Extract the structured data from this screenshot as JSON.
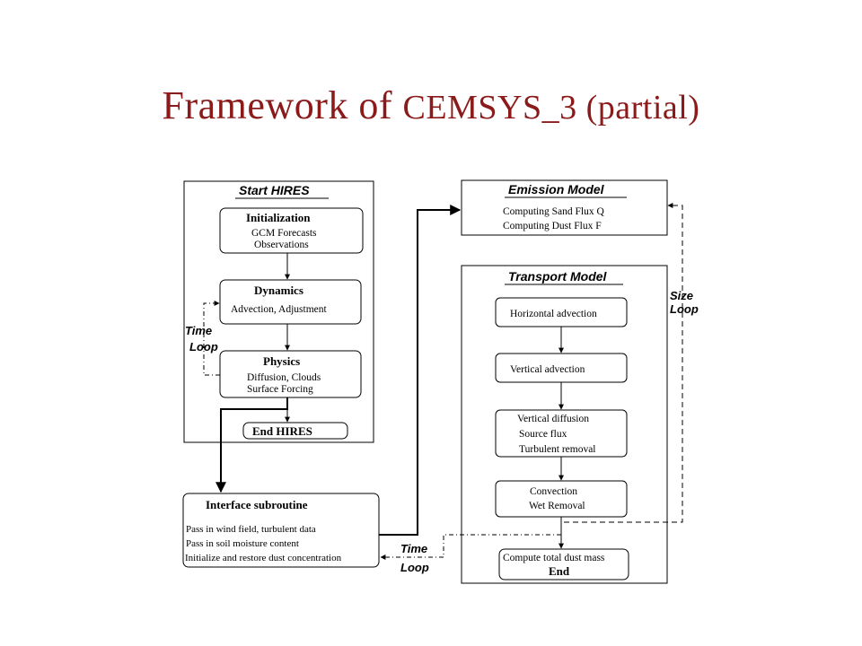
{
  "title": {
    "main": "Framework of ",
    "small": "CEMSYS_3 (partial)"
  },
  "colors": {
    "title": "#8b1a1a",
    "lines": "#000000",
    "background": "#ffffff"
  },
  "hires": {
    "title": "Start HIRES",
    "init_title": "Initialization",
    "init_lines": [
      "GCM Forecasts",
      "Observations"
    ],
    "dyn_title": "Dynamics",
    "dyn_lines": [
      "Advection, Adjustment"
    ],
    "phys_title": "Physics",
    "phys_lines": [
      "Diffusion, Clouds",
      "Surface Forcing"
    ],
    "end": "End HIRES",
    "time_loop": [
      "Time",
      "Loop"
    ]
  },
  "interface": {
    "title": "Interface subroutine",
    "lines": [
      "Pass in wind field, turbulent data",
      "Pass in soil moisture content",
      "Initialize and restore dust concentration"
    ]
  },
  "emission": {
    "title": "Emission Model",
    "lines": [
      "Computing Sand Flux Q",
      "Computing Dust Flux F"
    ]
  },
  "transport": {
    "title": "Transport Model",
    "steps": [
      [
        "Horizontal advection"
      ],
      [
        "Vertical advection"
      ],
      [
        "Vertical diffusion",
        "Source flux",
        "Turbulent removal"
      ],
      [
        "Convection",
        "Wet Removal"
      ]
    ],
    "final": [
      "Compute total dust mass",
      "End"
    ],
    "size_loop": [
      "Size",
      "Loop"
    ],
    "time_loop": [
      "Time",
      "Loop"
    ]
  }
}
